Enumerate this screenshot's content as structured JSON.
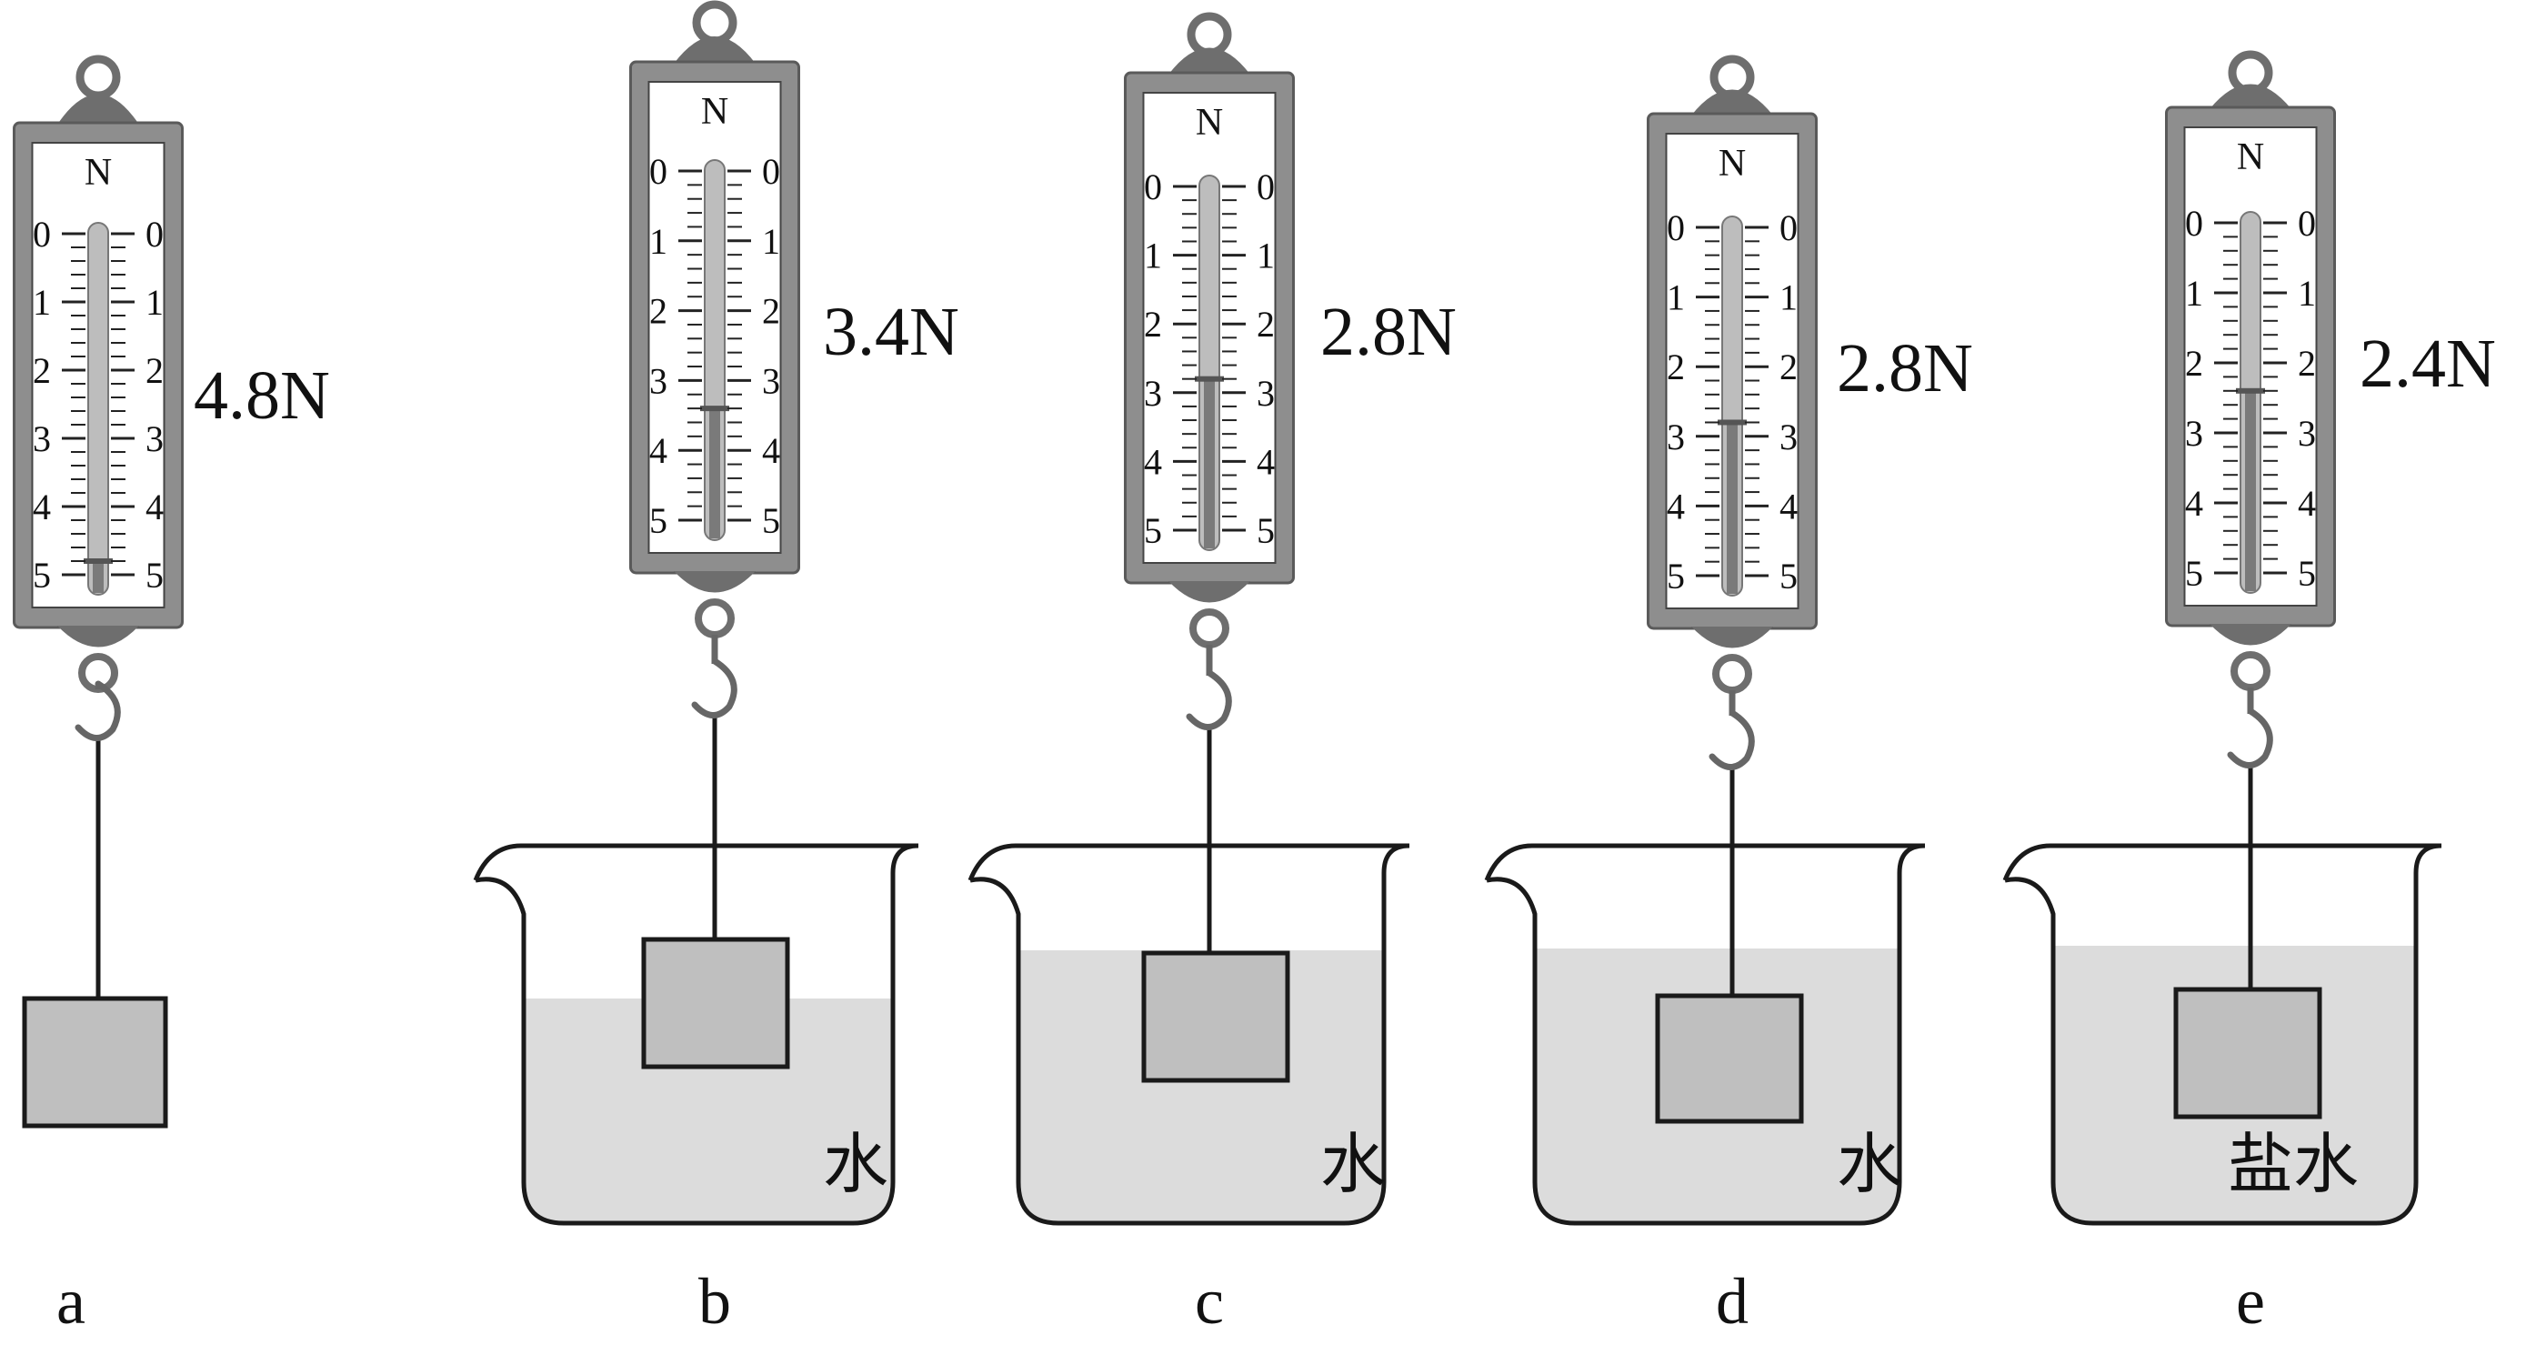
{
  "scale_unit": "N",
  "scale_ticks": [
    "0",
    "1",
    "2",
    "3",
    "4",
    "5"
  ],
  "scale_max": 5,
  "setups": [
    {
      "id": "a",
      "caption": "a",
      "reading_text": "4.8N",
      "reading_value": 4.8,
      "liquid": null,
      "liquid_label": ""
    },
    {
      "id": "b",
      "caption": "b",
      "reading_text": "3.4N",
      "reading_value": 3.4,
      "liquid": "water",
      "liquid_label": "水"
    },
    {
      "id": "c",
      "caption": "c",
      "reading_text": "2.8N",
      "reading_value": 2.8,
      "liquid": "water",
      "liquid_label": "水"
    },
    {
      "id": "d",
      "caption": "d",
      "reading_text": "2.8N",
      "reading_value": 2.8,
      "liquid": "water",
      "liquid_label": "水"
    },
    {
      "id": "e",
      "caption": "e",
      "reading_text": "2.4N",
      "reading_value": 2.4,
      "liquid": "salt-water",
      "liquid_label": "盐水"
    }
  ],
  "colors": {
    "scale_body": "#8e8e8e",
    "scale_body_dark": "#6e6e6e",
    "spring_tube": "#bdbdbd",
    "spring_rod": "#7a7a7a",
    "block": "#bfbfbf",
    "liquid": "#dcdcdc",
    "outline": "#1a1a1a"
  }
}
